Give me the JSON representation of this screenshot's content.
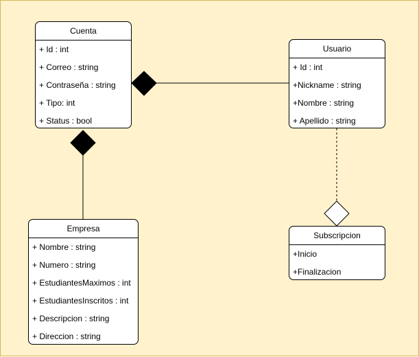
{
  "colors": {
    "background": "#fff2cc",
    "border": "#d6b656",
    "box": "#ffffff",
    "line": "#000000"
  },
  "classes": {
    "cuenta": {
      "name": "Cuenta",
      "attributes": [
        "+ Id : int",
        "+ Correo : string",
        "+ Contraseña : string",
        "+ Tipo: int",
        "+ Status : bool"
      ]
    },
    "usuario": {
      "name": "Usuario",
      "attributes": [
        "+ Id : int",
        "+Nickname : string",
        "+Nombre : string",
        "+ Apellido : string"
      ]
    },
    "empresa": {
      "name": "Empresa",
      "attributes": [
        "+ Nombre : string",
        "+ Numero : string",
        "+ EstudiantesMaximos : int",
        "+ EstudiantesInscritos : int",
        "+ Descripcion : string",
        "+ Direccion : string"
      ]
    },
    "subscripcion": {
      "name": "Subscripcion",
      "attributes": [
        "+Inicio",
        "+Finalizacion"
      ]
    }
  },
  "relations": [
    {
      "from": "Usuario",
      "to": "Cuenta",
      "type": "composition"
    },
    {
      "from": "Empresa",
      "to": "Cuenta",
      "type": "composition"
    },
    {
      "from": "Usuario",
      "to": "Subscripcion",
      "type": "aggregation",
      "style": "dashed"
    }
  ]
}
